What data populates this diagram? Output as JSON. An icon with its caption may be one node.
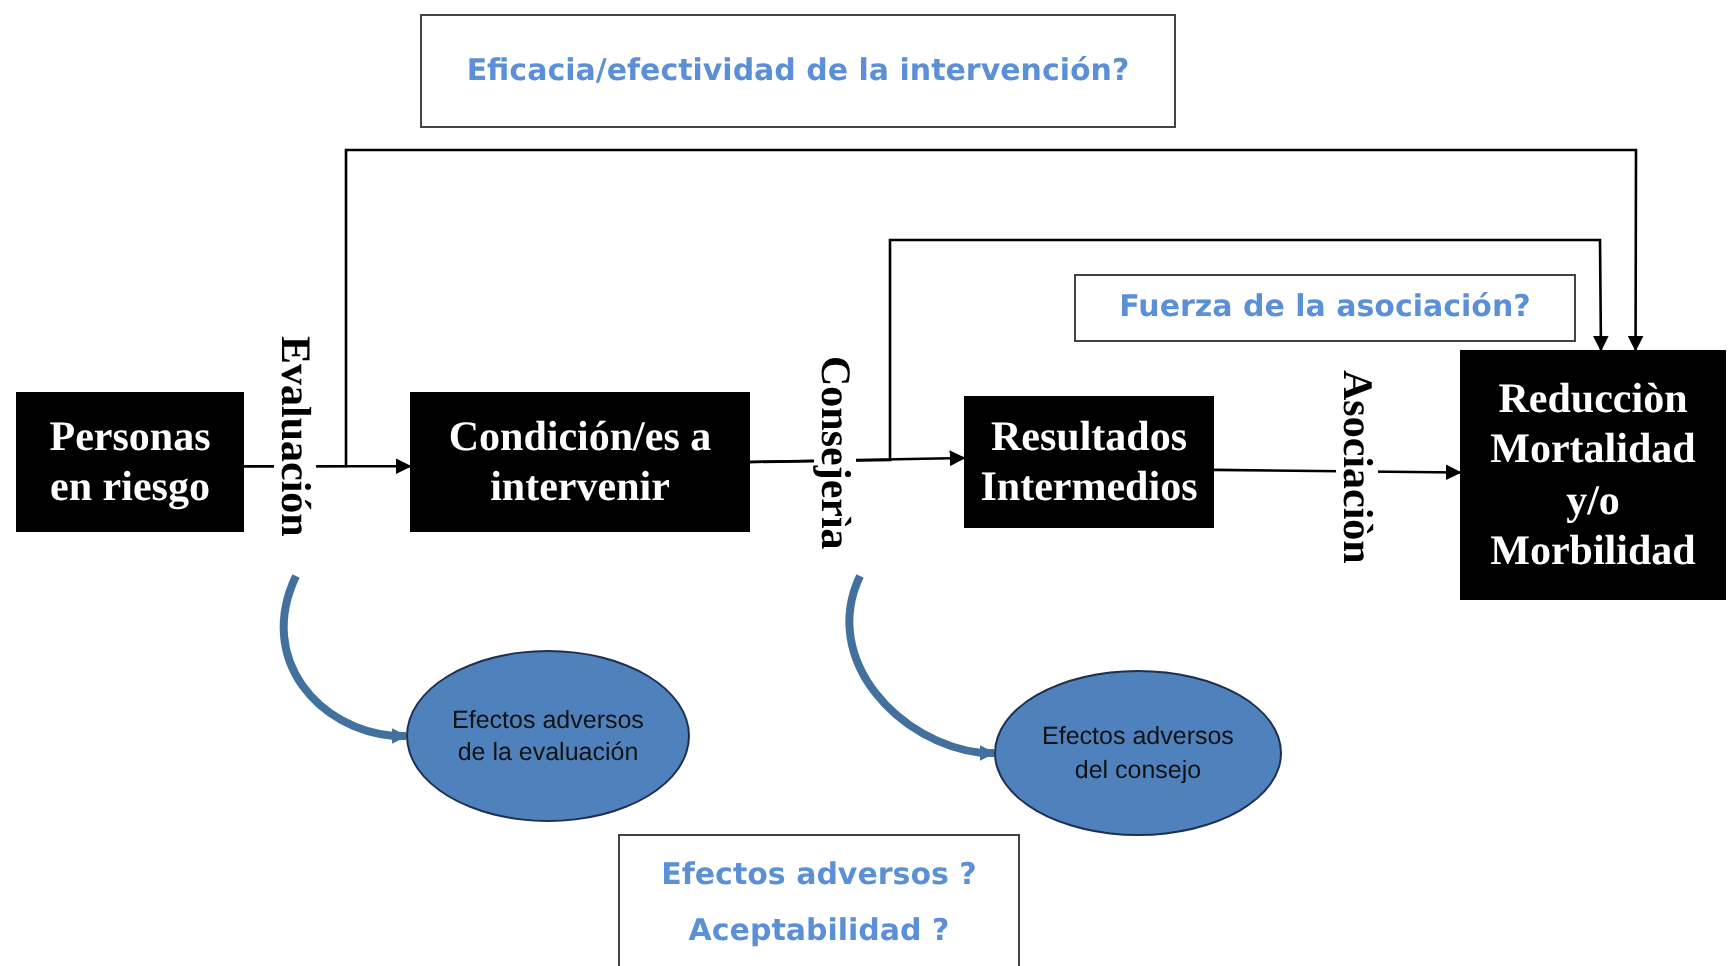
{
  "diagram": {
    "nodes": [
      {
        "text": [
          "Personas en riesgo"
        ]
      },
      {
        "text": [
          "Condición/es a intervenir"
        ]
      },
      {
        "text": [
          "Resultados Intermedios"
        ]
      },
      {
        "text": [
          "Reducciòn Mortalidad y/o Morbilidad"
        ]
      },
      {
        "text": [
          "Efectos adversos de  la evaluación"
        ]
      },
      {
        "text": [
          "Efectos adversos del consejo"
        ]
      },
      {
        "text": [
          "Eficacia/efectividad de la intervención?"
        ]
      },
      {
        "text": [
          "Fuerza de la asociación?"
        ]
      },
      {
        "text": [
          "Efectos adversos ?",
          "Aceptabilidad ?"
        ]
      }
    ],
    "edges": [
      {
        "from": 0,
        "to": 1,
        "arrow": "to"
      },
      {
        "from": 1,
        "to": 2,
        "arrow": "to"
      },
      {
        "from": 2,
        "to": 3,
        "arrow": "to"
      },
      {
        "from": 0,
        "to": 3,
        "arrow": "to"
      },
      {
        "from": 1,
        "to": 3,
        "arrow": "to"
      },
      {
        "from": null,
        "to": 4,
        "arrow": "to",
        "style": "thick",
        "color": "#41719c"
      },
      {
        "from": null,
        "to": 5,
        "arrow": "to",
        "style": "thick",
        "color": "#41719c"
      }
    ],
    "labels": [
      "Evaluación",
      "Consejerìa",
      "Asociaciòn"
    ]
  }
}
